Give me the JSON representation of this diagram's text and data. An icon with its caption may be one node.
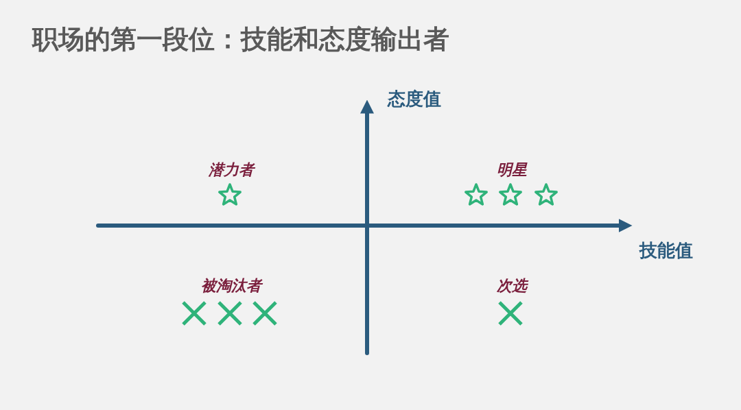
{
  "diagram": {
    "title": "职场的第一段位：技能和态度输出者",
    "labels": [
      "态度值",
      "潜力者",
      "明星",
      "技能值",
      "被淘汰者",
      "次选"
    ]
  }
}
